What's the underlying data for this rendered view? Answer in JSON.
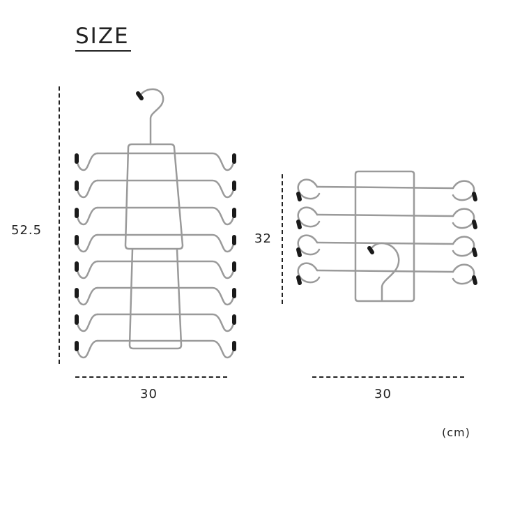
{
  "title": "SIZE",
  "left_hanger": {
    "height": "52.5",
    "width": "30"
  },
  "right_hanger": {
    "height": "32",
    "width": "30"
  },
  "unit": "(cm)",
  "colors": {
    "wire": "#9a9a9a",
    "tip": "#1a1a1a",
    "text": "#222222"
  }
}
